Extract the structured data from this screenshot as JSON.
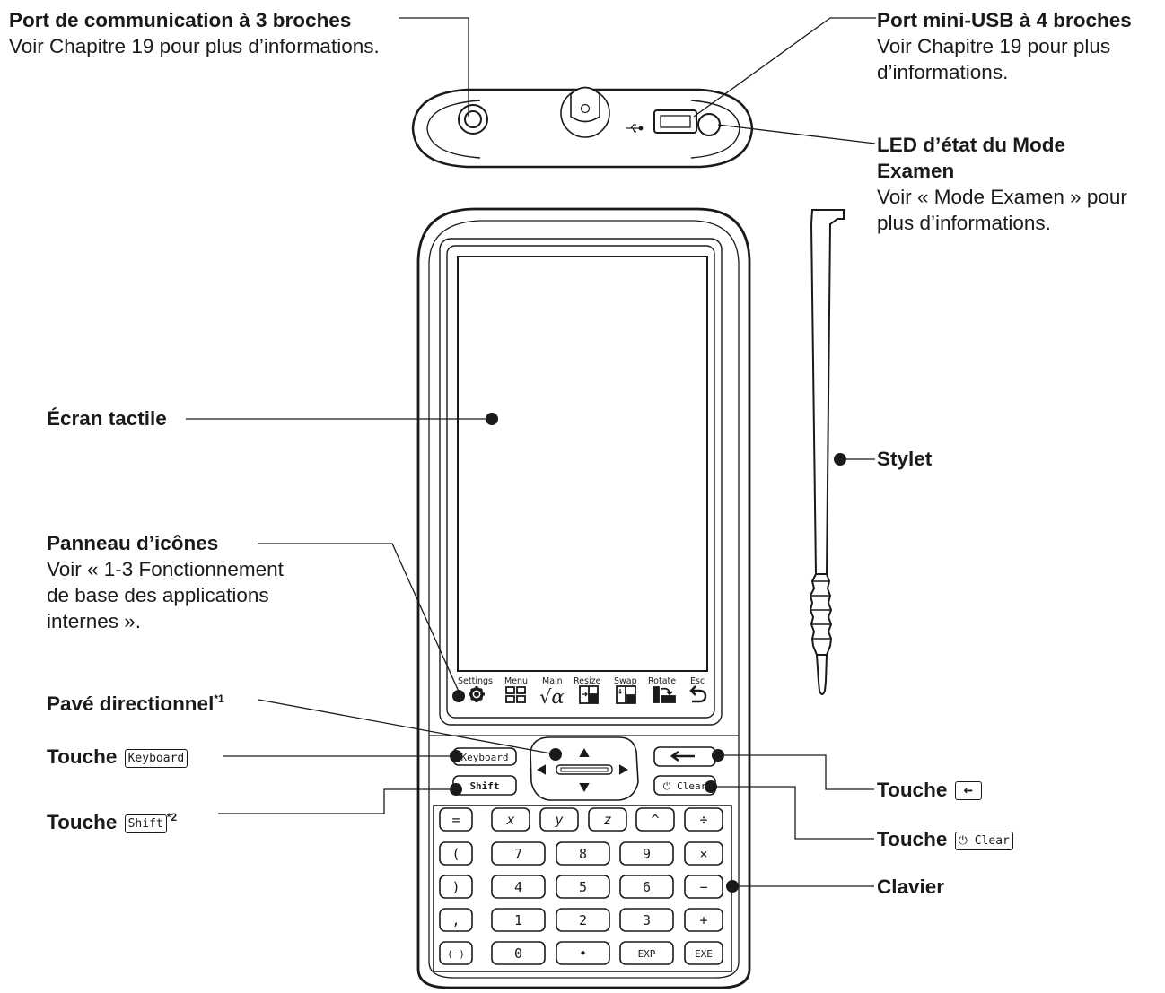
{
  "labels": {
    "port3": {
      "title": "Port de communication à 3 broches",
      "desc": "Voir Chapitre 19 pour plus d’informations."
    },
    "usb": {
      "title": "Port mini-USB à 4 broches",
      "desc1": "Voir Chapitre 19 pour plus",
      "desc2": "d’informations."
    },
    "led": {
      "title1": "LED d’état du Mode",
      "title2": "Examen",
      "desc1": "Voir « Mode Examen » pour",
      "desc2": "plus d’informations."
    },
    "screen": {
      "title": "Écran tactile"
    },
    "stylus": {
      "title": "Stylet"
    },
    "icon_panel": {
      "title": "Panneau d’icônes",
      "desc1": "Voir « 1-3 Fonctionnement",
      "desc2": "de base des applications",
      "desc3": "internes »."
    },
    "dpad": {
      "title": "Pavé directionnel",
      "note": "*1"
    },
    "keyboard_key": {
      "word": "Touche",
      "cap": "Keyboard"
    },
    "shift_key": {
      "word": "Touche",
      "cap": "Shift",
      "note": "*2"
    },
    "backspace_key": {
      "word": "Touche",
      "cap": "←"
    },
    "clear_key": {
      "word": "Touche",
      "cap": "⏻ Clear"
    },
    "keypad": {
      "title": "Clavier"
    }
  },
  "icon_panel": [
    {
      "label": "Settings",
      "icon": "gear-icon"
    },
    {
      "label": "Menu",
      "icon": "grid-icon"
    },
    {
      "label": "Main",
      "icon": "sqrt-alpha-icon"
    },
    {
      "label": "Resize",
      "icon": "resize-icon"
    },
    {
      "label": "Swap",
      "icon": "swap-icon"
    },
    {
      "label": "Rotate",
      "icon": "rotate-icon"
    },
    {
      "label": "Esc",
      "icon": "return-icon"
    }
  ],
  "icon_glyphs": {
    "main": "√α"
  },
  "function_keys": {
    "keyboard": "Keyboard",
    "shift": "Shift",
    "clear": "⏻ Clear"
  },
  "keypad_rows": [
    [
      "=",
      "x",
      "y",
      "z",
      "^",
      "÷"
    ],
    [
      "(",
      "7",
      "8",
      "9",
      "×"
    ],
    [
      ")",
      "4",
      "5",
      "6",
      "−"
    ],
    [
      ",",
      "1",
      "2",
      "3",
      "+"
    ],
    [
      "(−)",
      "0",
      "•",
      "EXP",
      "EXE"
    ]
  ],
  "colors": {
    "ink": "#1a1a1a",
    "background": "#ffffff"
  }
}
